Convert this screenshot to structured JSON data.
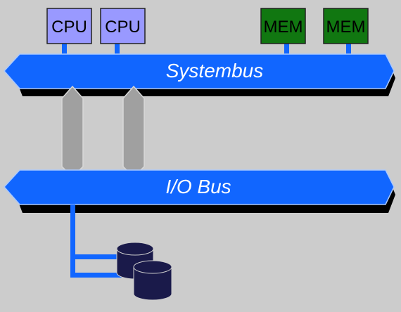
{
  "colors": {
    "background": "#cccccc",
    "bus": "#1166ff",
    "bus_shadow": "#000000",
    "cpu_fill": "#9999ff",
    "mem_fill": "#117711",
    "bridge_fill": "#a0a0a0",
    "disk_fill": "#1a1a4a"
  },
  "system_bus": {
    "label": "Systembus"
  },
  "io_bus": {
    "label": "I/O Bus"
  },
  "cpus": [
    {
      "label": "CPU"
    },
    {
      "label": "CPU"
    }
  ],
  "memories": [
    {
      "label": "MEM"
    },
    {
      "label": "MEM"
    }
  ],
  "bridges": [
    {
      "icon": "bridge-connector"
    },
    {
      "icon": "bridge-connector"
    }
  ],
  "disks": [
    {
      "icon": "disk-icon"
    },
    {
      "icon": "disk-icon"
    }
  ]
}
